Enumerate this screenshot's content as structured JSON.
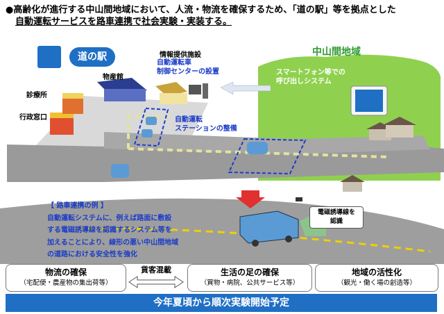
{
  "header": {
    "line1": "●高齢化が進行する中山間地域において、人流・物流を確保するため、「道の駅」等を拠点とした",
    "line2": "自動運転サービスを路車連携で社会実験・実装する。"
  },
  "scene": {
    "station_name": "道の駅",
    "region": "中山間地域",
    "facilities": {
      "info": "情報提供施設",
      "shop": "物産館",
      "clinic": "診療所",
      "admin": "行政窓口"
    },
    "control_center": [
      "自動運転車",
      "制御センターの設置"
    ],
    "auto_station": [
      "自動運転",
      "ステーションの整備"
    ],
    "smartphone": [
      "スマートフォン等での",
      "呼び出しシステム"
    ],
    "induction_label": [
      "電磁誘導線を",
      "認識"
    ]
  },
  "example": {
    "title": "【 路車連携の例 】",
    "lines": [
      "自動運転システムに、例えば路面に敷設",
      "する電磁誘導線を認識するシステム等を",
      "加えることにより、線形の悪い中山間地域",
      "の道路における安全性を強化"
    ]
  },
  "bottom": {
    "box1": {
      "title": "物流の確保",
      "sub": "（宅配便・農産物の集出荷等）"
    },
    "mixed": "貨客混載",
    "box2": {
      "title": "生活の足の確保",
      "sub": "（買物・病院、公共サービス等）"
    },
    "box3": {
      "title": "地域の活性化",
      "sub": "（観光・働く場の創造等）"
    }
  },
  "banner": "今年夏頃から順次実験開始予定",
  "colors": {
    "blue": "#1f6fc4",
    "text_blue": "#1a3cc8",
    "green": "#2e9a2e",
    "region_fill": "#8fd14f"
  }
}
